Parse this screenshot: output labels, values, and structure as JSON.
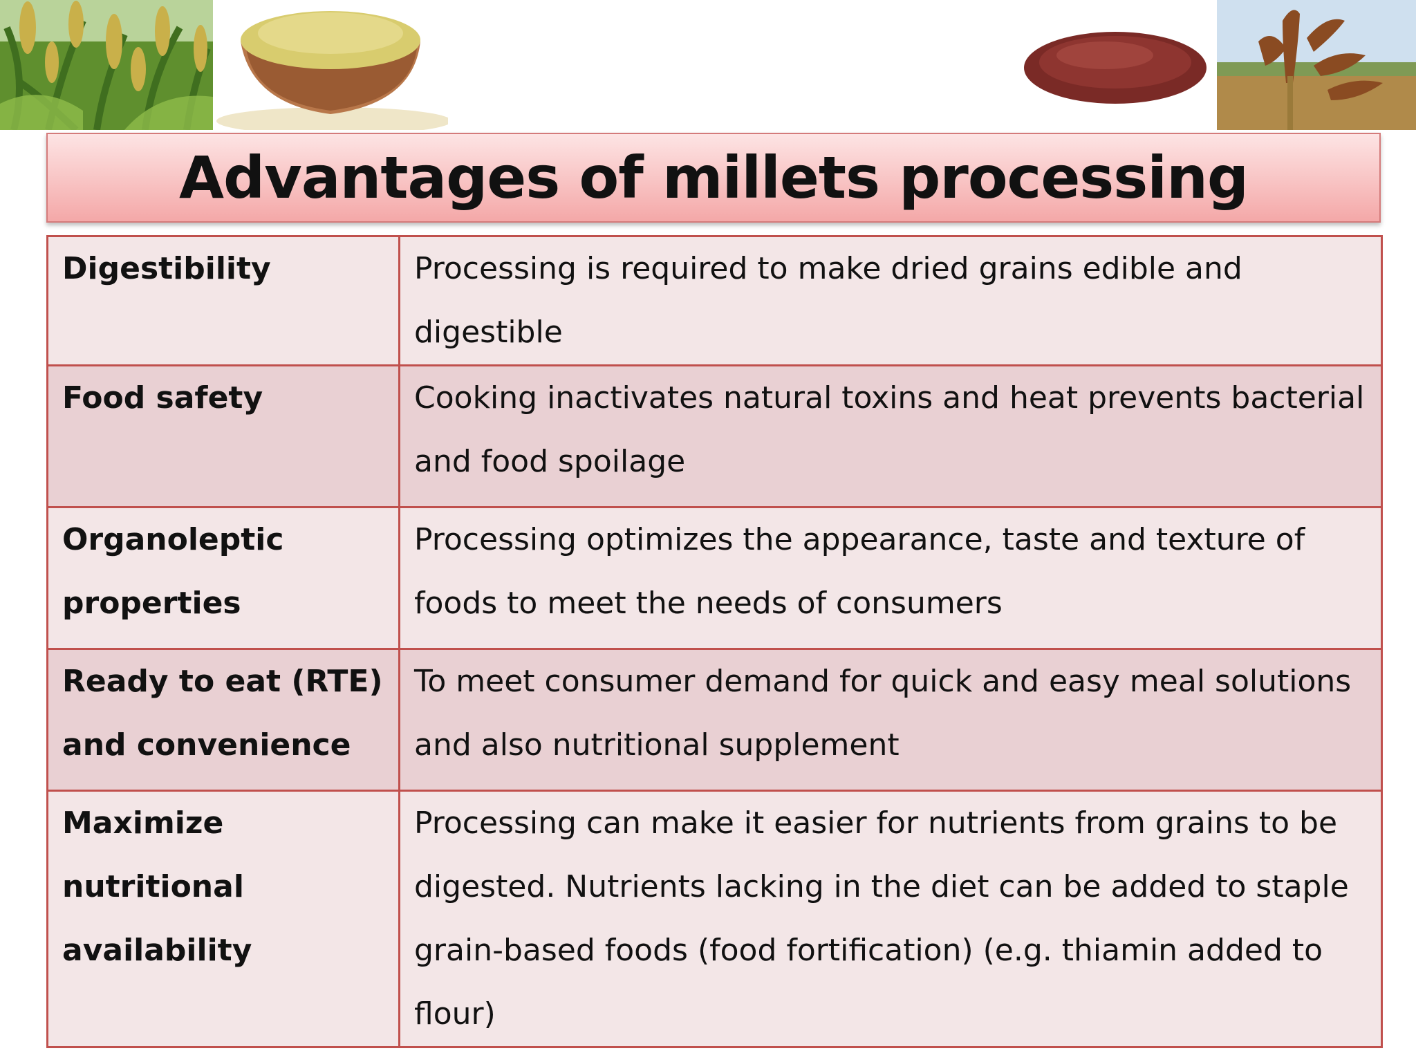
{
  "title": "Advantages of millets processing",
  "images": [
    {
      "name": "millet-field-photo"
    },
    {
      "name": "millet-bowl-photo"
    },
    {
      "name": "finger-millet-grains-photo"
    },
    {
      "name": "finger-millet-head-photo"
    }
  ],
  "table": {
    "rows": [
      {
        "term": "Digestibility",
        "description": "Processing is required to make dried grains edible and digestible"
      },
      {
        "term": "Food safety",
        "description": "Cooking inactivates natural toxins and heat prevents bacterial and food spoilage"
      },
      {
        "term": "Organoleptic properties",
        "description": "Processing optimizes the appearance, taste and texture of foods to meet the needs of consumers"
      },
      {
        "term": "Ready to eat (RTE) and convenience",
        "description": "To meet consumer demand for quick and easy meal solutions and also nutritional supplement"
      },
      {
        "term": "Maximize nutritional availability",
        "description": "Processing can make it easier for nutrients from grains to be digested. Nutrients lacking in the diet can be added to staple grain-based foods (food fortification) (e.g. thiamin added to flour)"
      }
    ]
  },
  "colors": {
    "border": "#c0504d",
    "row_light": "#f3e6e7",
    "row_dark": "#e9d0d3",
    "banner_top": "#fde4e4",
    "banner_bottom": "#f4a8a8"
  }
}
